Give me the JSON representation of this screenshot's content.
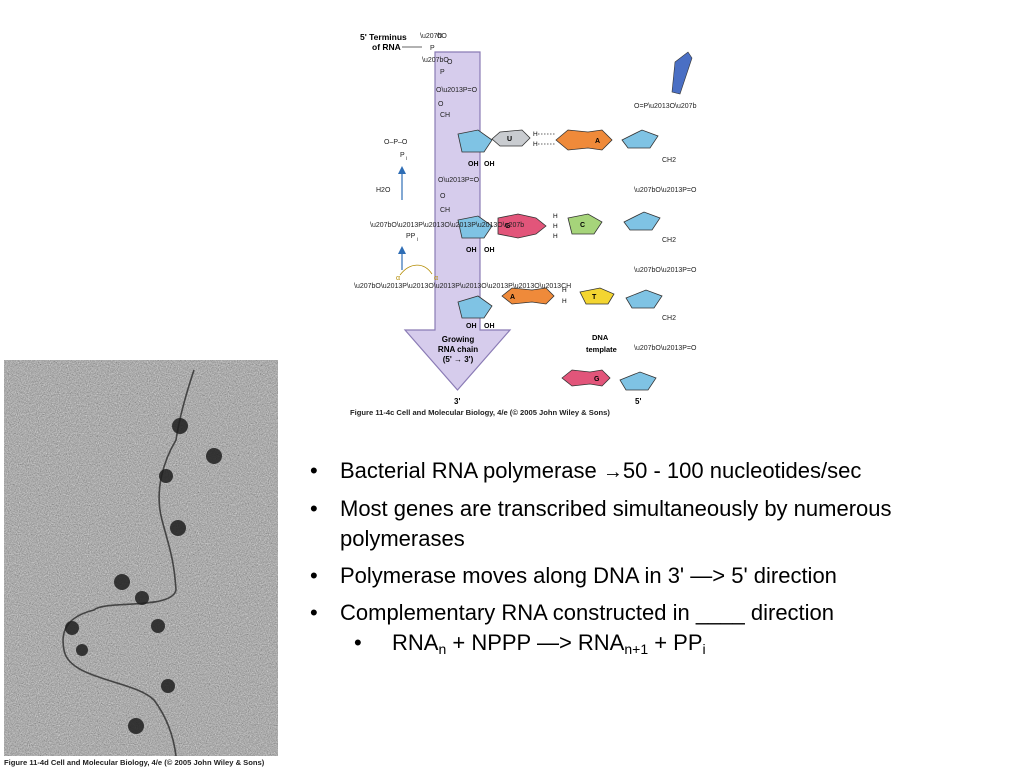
{
  "diagram": {
    "terminus_line1": "5' Terminus",
    "terminus_line2": "of RNA",
    "growing_label": [
      "Growing",
      "RNA chain",
      "(5' → 3')"
    ],
    "rna_end": "3'",
    "dna_end": "5'",
    "dna_template": [
      "DNA",
      "template"
    ],
    "pi": "P",
    "pi_sub": "i",
    "ppi": "PP",
    "ppi_sub": "i",
    "h2o": "H2O",
    "alpha": "α",
    "bases_rna": [
      "U",
      "G",
      "A"
    ],
    "bases_dna": [
      "A",
      "C",
      "T",
      "G"
    ],
    "oh": "OH",
    "phosphate": "O–P–O",
    "ch2": "CH2"
  },
  "captions": {
    "fig_c": "Figure 11-4c  Cell and Molecular Biology, 4/e (© 2005 John Wiley & Sons)",
    "fig_d": "Figure 11-4d  Cell and Molecular Biology, 4/e (© 2005 John Wiley & Sons)"
  },
  "bullets": {
    "b1_pre": "Bacterial RNA polymerase ",
    "b1_arrow": "→",
    "b1_post": "50 - 100 nucleotides/sec",
    "b2": "Most genes are transcribed simultaneously by numerous polymerases",
    "b3": "Polymerase moves along DNA in 3' —> 5' direction",
    "b4": "Complementary RNA constructed in ____ direction",
    "sub1": {
      "rna": "RNA",
      "n": "n",
      "mid": " + NPPP —> RNA",
      "n1": "n+1",
      "plus": " + PP",
      "i": "i"
    }
  },
  "colors": {
    "arrow_fill": "#d6ccec",
    "arrow_stroke": "#8a7bb5",
    "ribose": "#7fc3e4",
    "base_U": "#c9ccd0",
    "base_A": "#ef8a3a",
    "base_G": "#e2557a",
    "base_C": "#a6d47a",
    "base_T": "#f3d531",
    "blue_arrow": "#2e6db5"
  }
}
